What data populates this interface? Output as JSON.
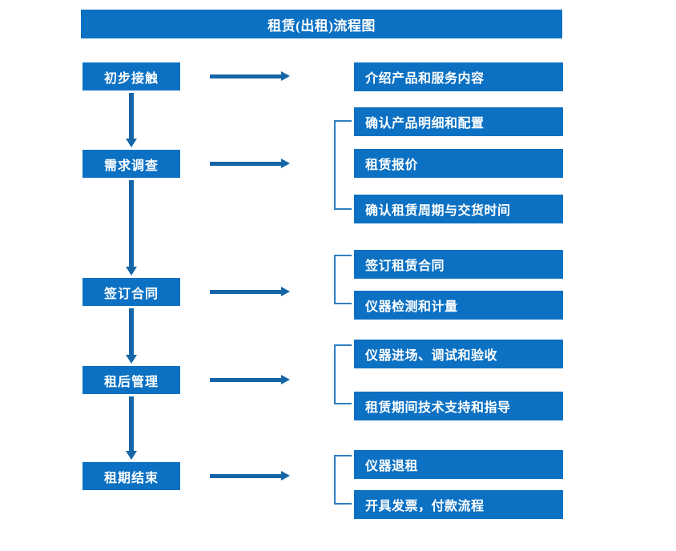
{
  "header": {
    "title": "租赁(出租)流程图"
  },
  "colors": {
    "box_blue": "#0c71c3",
    "arrow_blue": "#1565a8",
    "bracket_blue": "#2f7fc1",
    "text_white": "#ffffff",
    "background": "#ffffff"
  },
  "flow": {
    "stages": [
      {
        "label": "初步接触"
      },
      {
        "label": "需求调查"
      },
      {
        "label": "签订合同"
      },
      {
        "label": "租后管理"
      },
      {
        "label": "租期结束"
      }
    ],
    "details": [
      {
        "label": "介绍产品和服务内容"
      },
      {
        "label": "确认产品明细和配置"
      },
      {
        "label": "租赁报价"
      },
      {
        "label": "确认租赁周期与交货时间"
      },
      {
        "label": "签订租赁合同"
      },
      {
        "label": "仪器检测和计量"
      },
      {
        "label": "仪器进场、调试和验收"
      },
      {
        "label": "租赁期间技术支持和指导"
      },
      {
        "label": "仪器退租"
      },
      {
        "label": "开具发票，付款流程"
      }
    ]
  }
}
